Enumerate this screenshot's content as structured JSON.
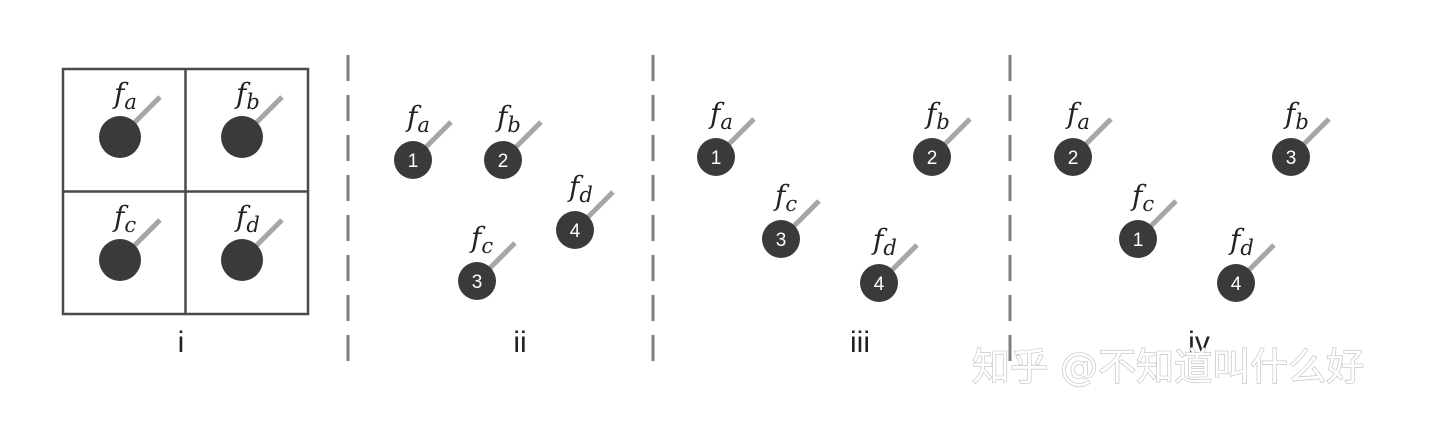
{
  "panels": [
    {
      "label": "i",
      "nodes": [
        {
          "f": "f",
          "sub": "a",
          "num": ""
        },
        {
          "f": "f",
          "sub": "b",
          "num": ""
        },
        {
          "f": "f",
          "sub": "c",
          "num": ""
        },
        {
          "f": "f",
          "sub": "d",
          "num": ""
        }
      ]
    },
    {
      "label": "ii",
      "nodes": [
        {
          "f": "f",
          "sub": "a",
          "num": "1"
        },
        {
          "f": "f",
          "sub": "b",
          "num": "2"
        },
        {
          "f": "f",
          "sub": "c",
          "num": "3"
        },
        {
          "f": "f",
          "sub": "d",
          "num": "4"
        }
      ]
    },
    {
      "label": "iii",
      "nodes": [
        {
          "f": "f",
          "sub": "a",
          "num": "1"
        },
        {
          "f": "f",
          "sub": "b",
          "num": "2"
        },
        {
          "f": "f",
          "sub": "c",
          "num": "3"
        },
        {
          "f": "f",
          "sub": "d",
          "num": "4"
        }
      ]
    },
    {
      "label": "iv",
      "nodes": [
        {
          "f": "f",
          "sub": "a",
          "num": "2"
        },
        {
          "f": "f",
          "sub": "b",
          "num": "3"
        },
        {
          "f": "f",
          "sub": "c",
          "num": "1"
        },
        {
          "f": "f",
          "sub": "d",
          "num": "4"
        }
      ]
    }
  ],
  "watermark": "知乎 @不知道叫什么好",
  "colors": {
    "node": "#3a3a3a",
    "stick": "#a6a6a6",
    "grid": "#4a4a4a",
    "divider": "#7f7f7f"
  }
}
